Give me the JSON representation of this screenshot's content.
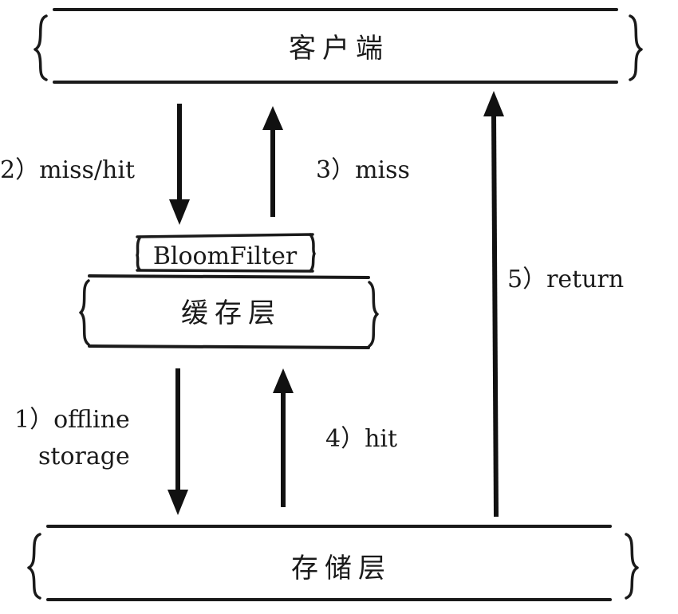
{
  "layers": {
    "client": "客户端",
    "cache": "缓存层",
    "storage": "存储层"
  },
  "bloom_filter": "BloomFilter",
  "steps": {
    "step1_line1": "1）offline",
    "step1_line2": "storage",
    "step2": "2）miss/hit",
    "step3": "3）miss",
    "step4": "4）hit",
    "step5": "5）return"
  }
}
